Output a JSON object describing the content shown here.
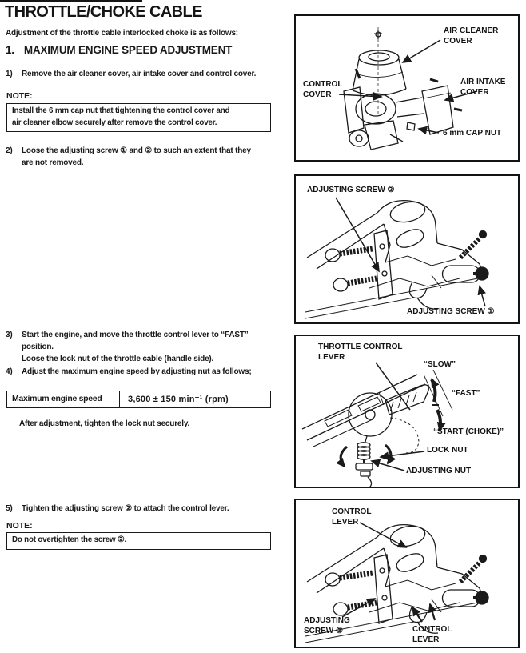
{
  "colors": {
    "ink": "#1a1a1a",
    "paper": "#ffffff"
  },
  "doc": {
    "title": "THROTTLE/CHOKE CABLE",
    "intro": "Adjustment of the throttle cable interlocked choke is as follows:",
    "section": {
      "num": "1.",
      "title": "MAXIMUM ENGINE SPEED ADJUSTMENT"
    },
    "steps": {
      "s1": {
        "num": "1)",
        "text": "Remove the air cleaner cover, air intake cover and control cover."
      },
      "s2": {
        "num": "2)",
        "text": "Loose the adjusting screw ① and ② to such an extent that they\nare not removed."
      },
      "s3": {
        "num": "3)",
        "text": "Start the engine, and move the throttle control lever to “FAST”\nposition.\nLoose the lock nut of the throttle cable (handle side)."
      },
      "s4": {
        "num": "4)",
        "text": "Adjust the maximum engine speed by adjusting nut as follows;"
      },
      "s5": {
        "num": "5)",
        "text": "Tighten the adjusting screw ② to attach the control lever."
      }
    },
    "note1": {
      "label": "NOTE:",
      "text": "Install the 6 mm cap nut that tightening the control cover and\nair cleaner elbow securely after remove the control cover."
    },
    "note2": {
      "label": "NOTE:",
      "text": "Do not overtighten the screw ②."
    },
    "spec_table": {
      "label": "Maximum engine speed",
      "value": "3,600 ± 150 min⁻¹ (rpm)"
    },
    "after_note": "After adjustment, tighten the lock nut securely."
  },
  "figures": {
    "fig1": {
      "labels": {
        "air_cleaner_cover": "AIR CLEANER\nCOVER",
        "control_cover": "CONTROL\nCOVER",
        "air_intake_cover": "AIR INTAKE\nCOVER",
        "cap_nut": "6 mm CAP NUT"
      }
    },
    "fig2": {
      "labels": {
        "adjusting_screw_2": "ADJUSTING SCREW ②",
        "adjusting_screw_1": "ADJUSTING SCREW ①"
      }
    },
    "fig3": {
      "labels": {
        "throttle_control_lever": "THROTTLE CONTROL\nLEVER",
        "slow": "“SLOW”",
        "fast": "“FAST”",
        "start_choke": "“START (CHOKE)”",
        "lock_nut": "LOCK NUT",
        "adjusting_nut": "ADJUSTING NUT"
      }
    },
    "fig4": {
      "labels": {
        "control_lever_top": "CONTROL\nLEVER",
        "adjusting_screw_2": "ADJUSTING\nSCREW ②",
        "control_lever_bottom": "CONTROL\nLEVER"
      }
    }
  }
}
